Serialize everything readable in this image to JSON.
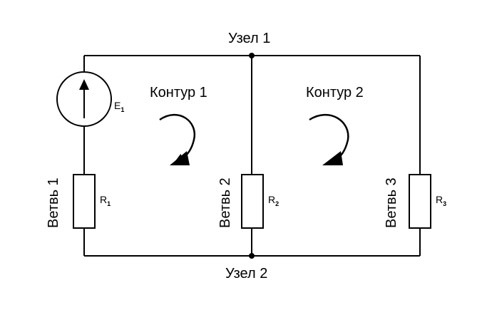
{
  "nodes": {
    "top_label": "Узел 1",
    "bottom_label": "Узел 2"
  },
  "loops": {
    "loop1_label": "Контур 1",
    "loop2_label": "Контур 2"
  },
  "branches": {
    "b1_label": "Ветвь 1",
    "b2_label": "Ветвь 2",
    "b3_label": "Ветвь 3"
  },
  "components": {
    "source": {
      "letter": "E",
      "index": "1"
    },
    "r1": {
      "letter": "R",
      "index": "1"
    },
    "r2": {
      "letter": "R",
      "index": "2"
    },
    "r3": {
      "letter": "R",
      "index": "3"
    }
  }
}
